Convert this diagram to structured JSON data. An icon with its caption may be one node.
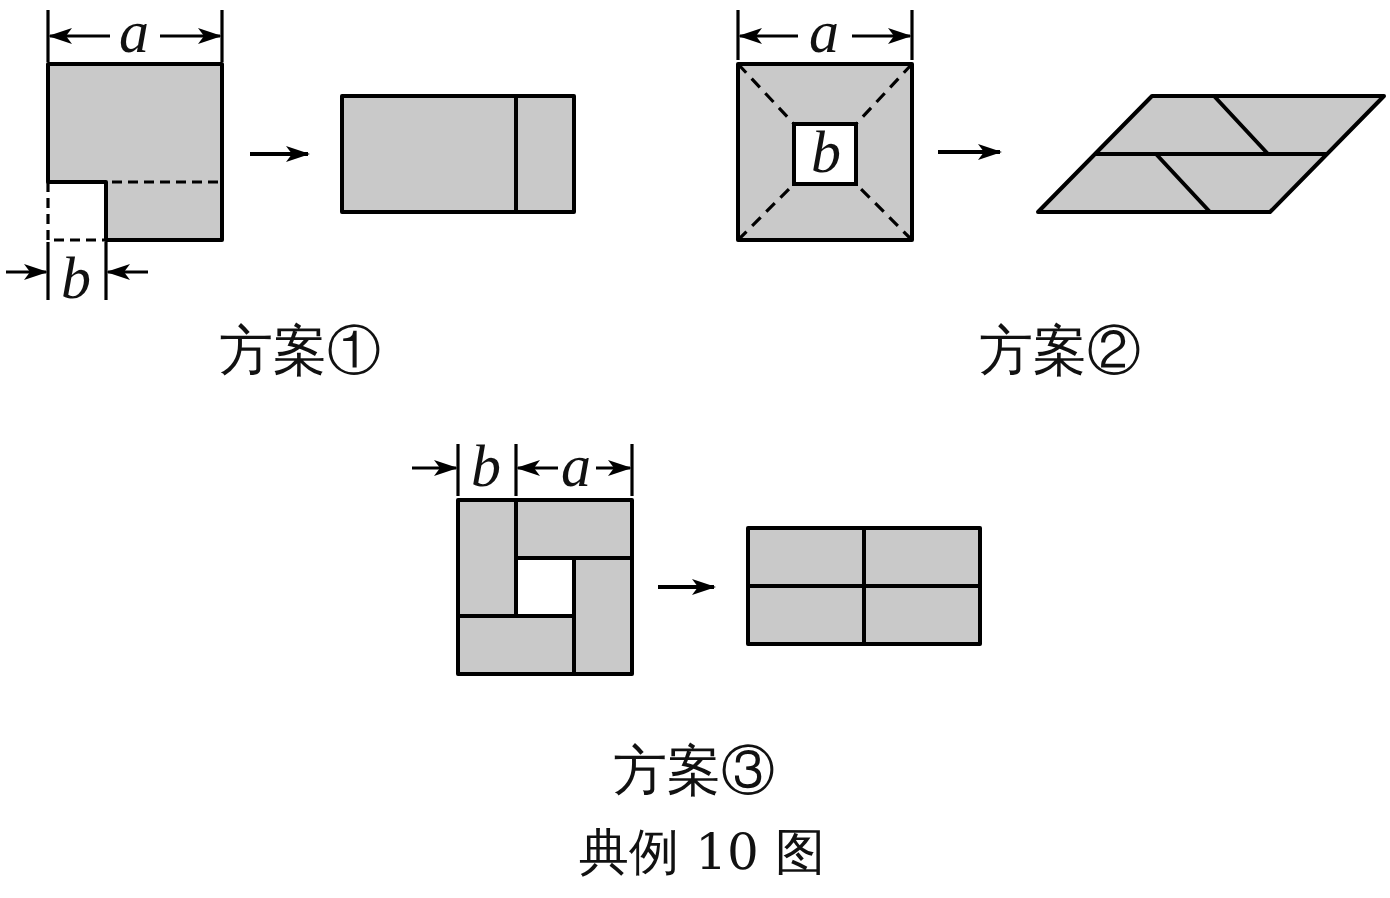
{
  "diagram": {
    "caption": "典例 10 图",
    "nodes": [
      {
        "text": [],
        "shape": "box"
      },
      {
        "text": [],
        "shape": "box"
      },
      {
        "text": [],
        "shape": "box"
      },
      {
        "text": [],
        "shape": "parallelogram"
      },
      {
        "text": [],
        "shape": "box"
      },
      {
        "text": [],
        "shape": "box"
      }
    ],
    "edges": [
      {
        "from": 0,
        "to": 1,
        "arrow": "to"
      },
      {
        "from": 2,
        "to": 3,
        "arrow": "to"
      },
      {
        "from": 4,
        "to": 5,
        "arrow": "to"
      }
    ],
    "labels": [
      "a",
      "a",
      "b",
      "b",
      "方案①",
      "方案②",
      "b",
      "a",
      "方案③"
    ]
  }
}
